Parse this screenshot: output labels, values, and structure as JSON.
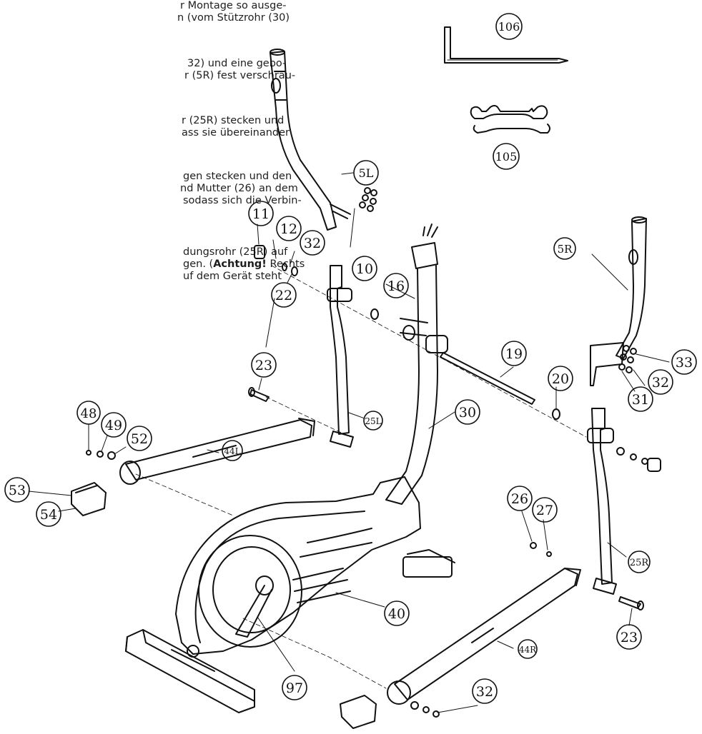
{
  "instructions": {
    "p1": [
      "r Montage so ausge-",
      "n (vom Stützrohr (30)"
    ],
    "p2": [
      "32) und eine gebo-",
      "r (5R) fest verschrau-"
    ],
    "p3": [
      "r (25R) stecken und",
      "ass sie übereinander"
    ],
    "p4": [
      "gen stecken und den",
      "nd Mutter (26) an dem",
      "sodass sich die Verbin-"
    ],
    "p5": {
      "l1": "dungsrohr (25R) auf",
      "l2_before": "gen. (",
      "l2_bold": "Achtung!",
      "l2_after": " Rechts",
      "l3": "uf dem Gerät steht"
    }
  },
  "part_labels": {
    "p106": "106",
    "p105": "105",
    "p5L": "5L",
    "p5R": "5R",
    "p11": "11",
    "p12": "12",
    "p32a": "32",
    "p10": "10",
    "p16": "16",
    "p22": "22",
    "p23a": "23",
    "p19": "19",
    "p33": "33",
    "p32b": "32",
    "p20": "20",
    "p31": "31",
    "p48": "48",
    "p49": "49",
    "p52": "52",
    "p25L": "25L",
    "p30": "30",
    "p44L": "44L",
    "p53": "53",
    "p54": "54",
    "p26": "26",
    "p27": "27",
    "p25R": "25R",
    "p40": "40",
    "p44R": "44R",
    "p23b": "23",
    "p97": "97",
    "p32c": "32"
  }
}
